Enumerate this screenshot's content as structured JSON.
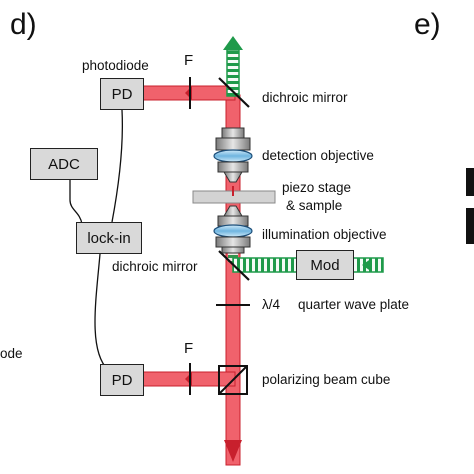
{
  "panels": {
    "left_letter": "d)",
    "right_letter": "e)"
  },
  "labels": {
    "photodiode": "photodiode",
    "filter_top": "F",
    "filter_bottom": "F",
    "dichroic_top": "dichroic mirror",
    "detection_objective": "detection objective",
    "piezo_stage_line1": "piezo stage",
    "piezo_stage_line2": "& sample",
    "illumination_objective": "illumination objective",
    "dichroic_bottom": "dichroic mirror",
    "quarter_wave_symbol": "λ/4",
    "quarter_wave_text": "quarter wave plate",
    "polarizing_cube": "polarizing beam cube",
    "cut_off_left": "ode"
  },
  "boxes": {
    "pd_top": "PD",
    "adc": "ADC",
    "lockin": "lock-in",
    "mod": "Mod",
    "pd_bottom": "PD"
  },
  "colors": {
    "red_beam": "#f0626c",
    "red_beam_edge": "#c8202d",
    "green_beam": "#1f9a4a",
    "box_fill": "#d9d9d9",
    "objective_lens": "#8ec7e8"
  }
}
